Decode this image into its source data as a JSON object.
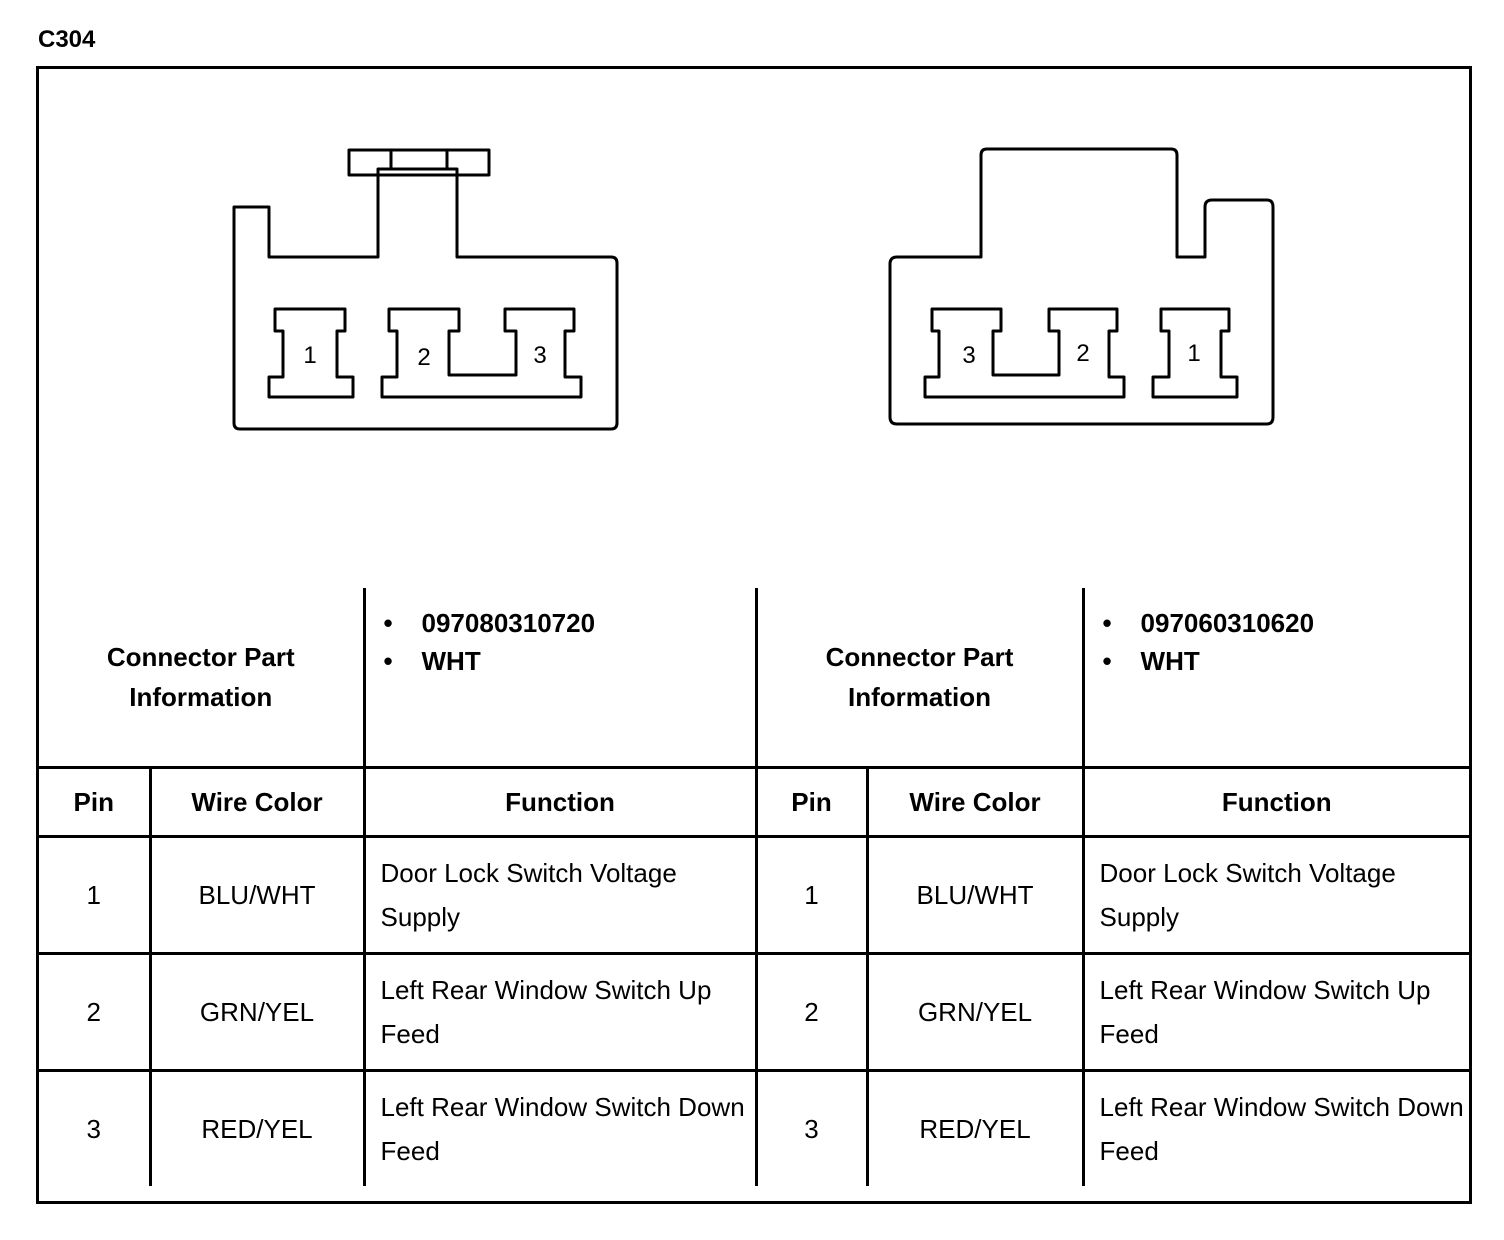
{
  "title": "C304",
  "connectors": [
    {
      "pins_order": [
        "1",
        "2",
        "3"
      ],
      "part_info_label": "Connector Part Information",
      "part_info": [
        "097080310720",
        "WHT"
      ],
      "columns": {
        "pin": "Pin",
        "wire_color": "Wire Color",
        "function": "Function"
      },
      "pins": [
        {
          "pin": "1",
          "wire_color": "BLU/WHT",
          "function": "Door Lock Switch Voltage Supply"
        },
        {
          "pin": "2",
          "wire_color": "GRN/YEL",
          "function": "Left Rear Window Switch Up Feed"
        },
        {
          "pin": "3",
          "wire_color": "RED/YEL",
          "function": "Left Rear Window Switch Down Feed"
        }
      ]
    },
    {
      "pins_order": [
        "3",
        "2",
        "1"
      ],
      "part_info_label": "Connector Part Information",
      "part_info": [
        "097060310620",
        "WHT"
      ],
      "columns": {
        "pin": "Pin",
        "wire_color": "Wire Color",
        "function": "Function"
      },
      "pins": [
        {
          "pin": "1",
          "wire_color": "BLU/WHT",
          "function": "Door Lock Switch Voltage Supply"
        },
        {
          "pin": "2",
          "wire_color": "GRN/YEL",
          "function": "Left Rear Window Switch Up Feed"
        },
        {
          "pin": "3",
          "wire_color": "RED/YEL",
          "function": "Left Rear Window Switch Down Feed"
        }
      ]
    }
  ]
}
